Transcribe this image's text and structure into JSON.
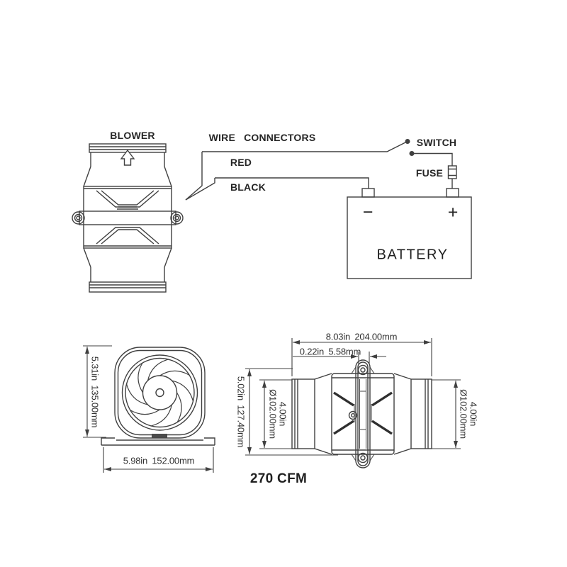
{
  "wiring": {
    "blower_label": "BLOWER",
    "wire_connectors_label": "WIRE CONNECTORS",
    "red_label": "RED",
    "black_label": "BLACK",
    "switch_label": "SWITCH",
    "fuse_label": "FUSE",
    "battery_label": "BATTERY",
    "battery_negative": "−",
    "battery_positive": "+"
  },
  "front_view": {
    "height_dim": "5.31in 135.00mm",
    "width_dim": "5.98in 152.00mm"
  },
  "side_view": {
    "overall_width_dim": "8.03in 204.00mm",
    "bracket_dim": "0.22in 5.58mm",
    "overall_height_dim": "5.02in 127.40mm",
    "left_dia_line1": "4.00in",
    "left_dia_line2": "Ø102.00mm",
    "right_dia_line1": "4.00in",
    "right_dia_line2": "Ø102.00mm",
    "airflow": "270 CFM"
  },
  "colors": {
    "line": "#404040",
    "text": "#262626",
    "background": "#ffffff"
  }
}
